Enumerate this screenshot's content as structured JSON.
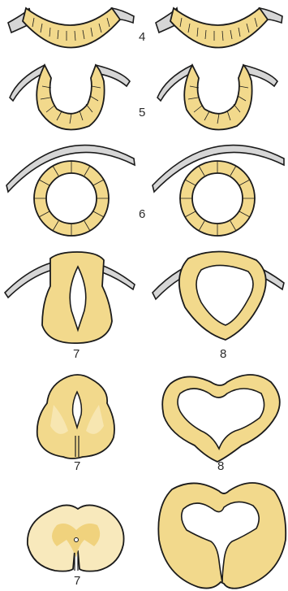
{
  "colors": {
    "tissue": "#f2d98c",
    "tissue_light": "#f7e6b1",
    "grey_matter": "#f0d27d",
    "white_matter": "#f8e9bc",
    "ectoderm": "#d6d6d6",
    "outline": "#1b1b1b",
    "background": "#ffffff"
  },
  "labels": {
    "stage_4": "4",
    "stage_5": "5",
    "stage_6": "6",
    "stage_7a": "7",
    "stage_8a": "8",
    "stage_7b": "7",
    "stage_8b": "8",
    "stage_7c": "7"
  }
}
